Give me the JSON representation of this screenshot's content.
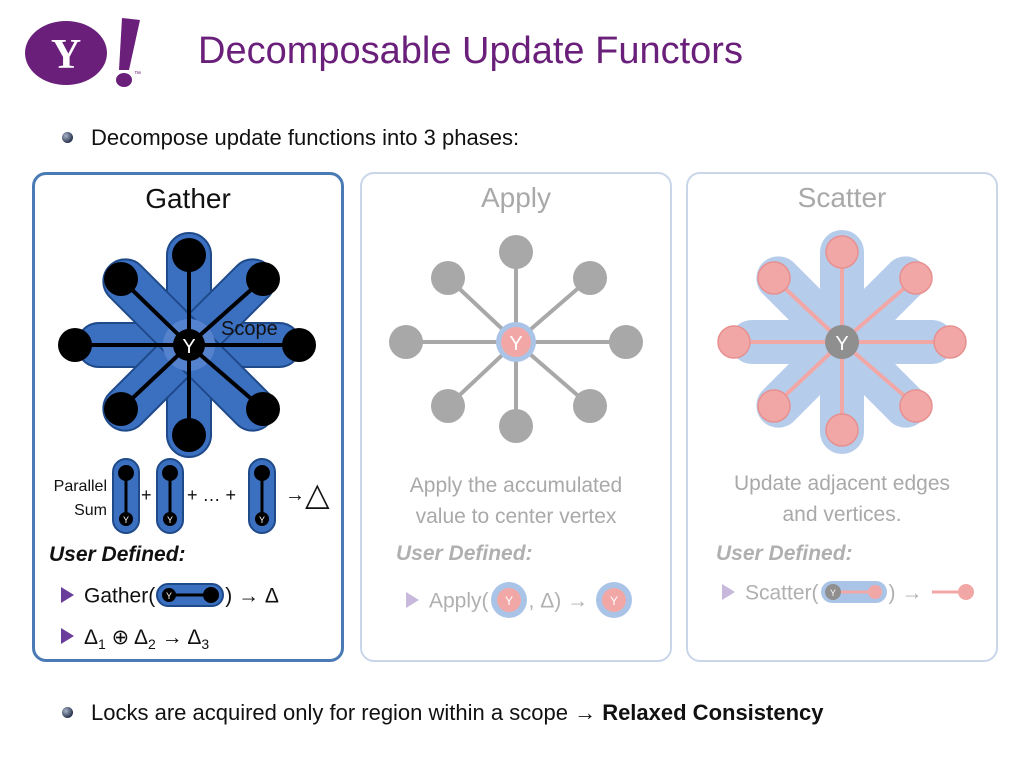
{
  "title": "Decomposable Update Functors",
  "bullets": {
    "first": "Decompose update functions into 3 phases:",
    "last_prefix": "Locks are acquired only for region within a scope",
    "last_arrow": "→",
    "last_bold": "Relaxed Consistency"
  },
  "logo": {
    "letters": "Y!",
    "tm": "™"
  },
  "panels": {
    "gather": {
      "title": "Gather",
      "center_label": "Y",
      "scope_label": "Scope",
      "parallel_sum": "Parallel Sum",
      "sum_plus1": "+",
      "sum_plus2": "+ … +",
      "sum_arrow": "→",
      "sum_result": "△",
      "user_defined": "User Defined:",
      "item1_prefix": "Gather(",
      "item1_suffix": ") → Δ",
      "item2": "Δ",
      "item2_sub1": "1",
      "item2_op": "⊕",
      "item2_b": "Δ",
      "item2_sub2": "2",
      "item2_arrow": "→ Δ",
      "item2_sub3": "3"
    },
    "apply": {
      "title": "Apply",
      "center_label": "Y",
      "description_line1": "Apply the accumulated",
      "description_line2": "value to center vertex",
      "user_defined": "User Defined:",
      "item_prefix": "Apply(",
      "item_mid": ",  Δ) →"
    },
    "scatter": {
      "title": "Scatter",
      "center_label": "Y",
      "description_line1": "Update adjacent edges",
      "description_line2": "and vertices.",
      "user_defined": "User Defined:",
      "item_prefix": "Scatter(",
      "item_suffix": ") →"
    }
  },
  "colors": {
    "title": "#6a1f7a",
    "logo": "#6a1f7a",
    "gather_blue": "#3b6fc0",
    "apply_gray": "#a8a8a8",
    "scatter_pink": "#f2a7a7",
    "scatter_blue": "#aac4e8"
  }
}
